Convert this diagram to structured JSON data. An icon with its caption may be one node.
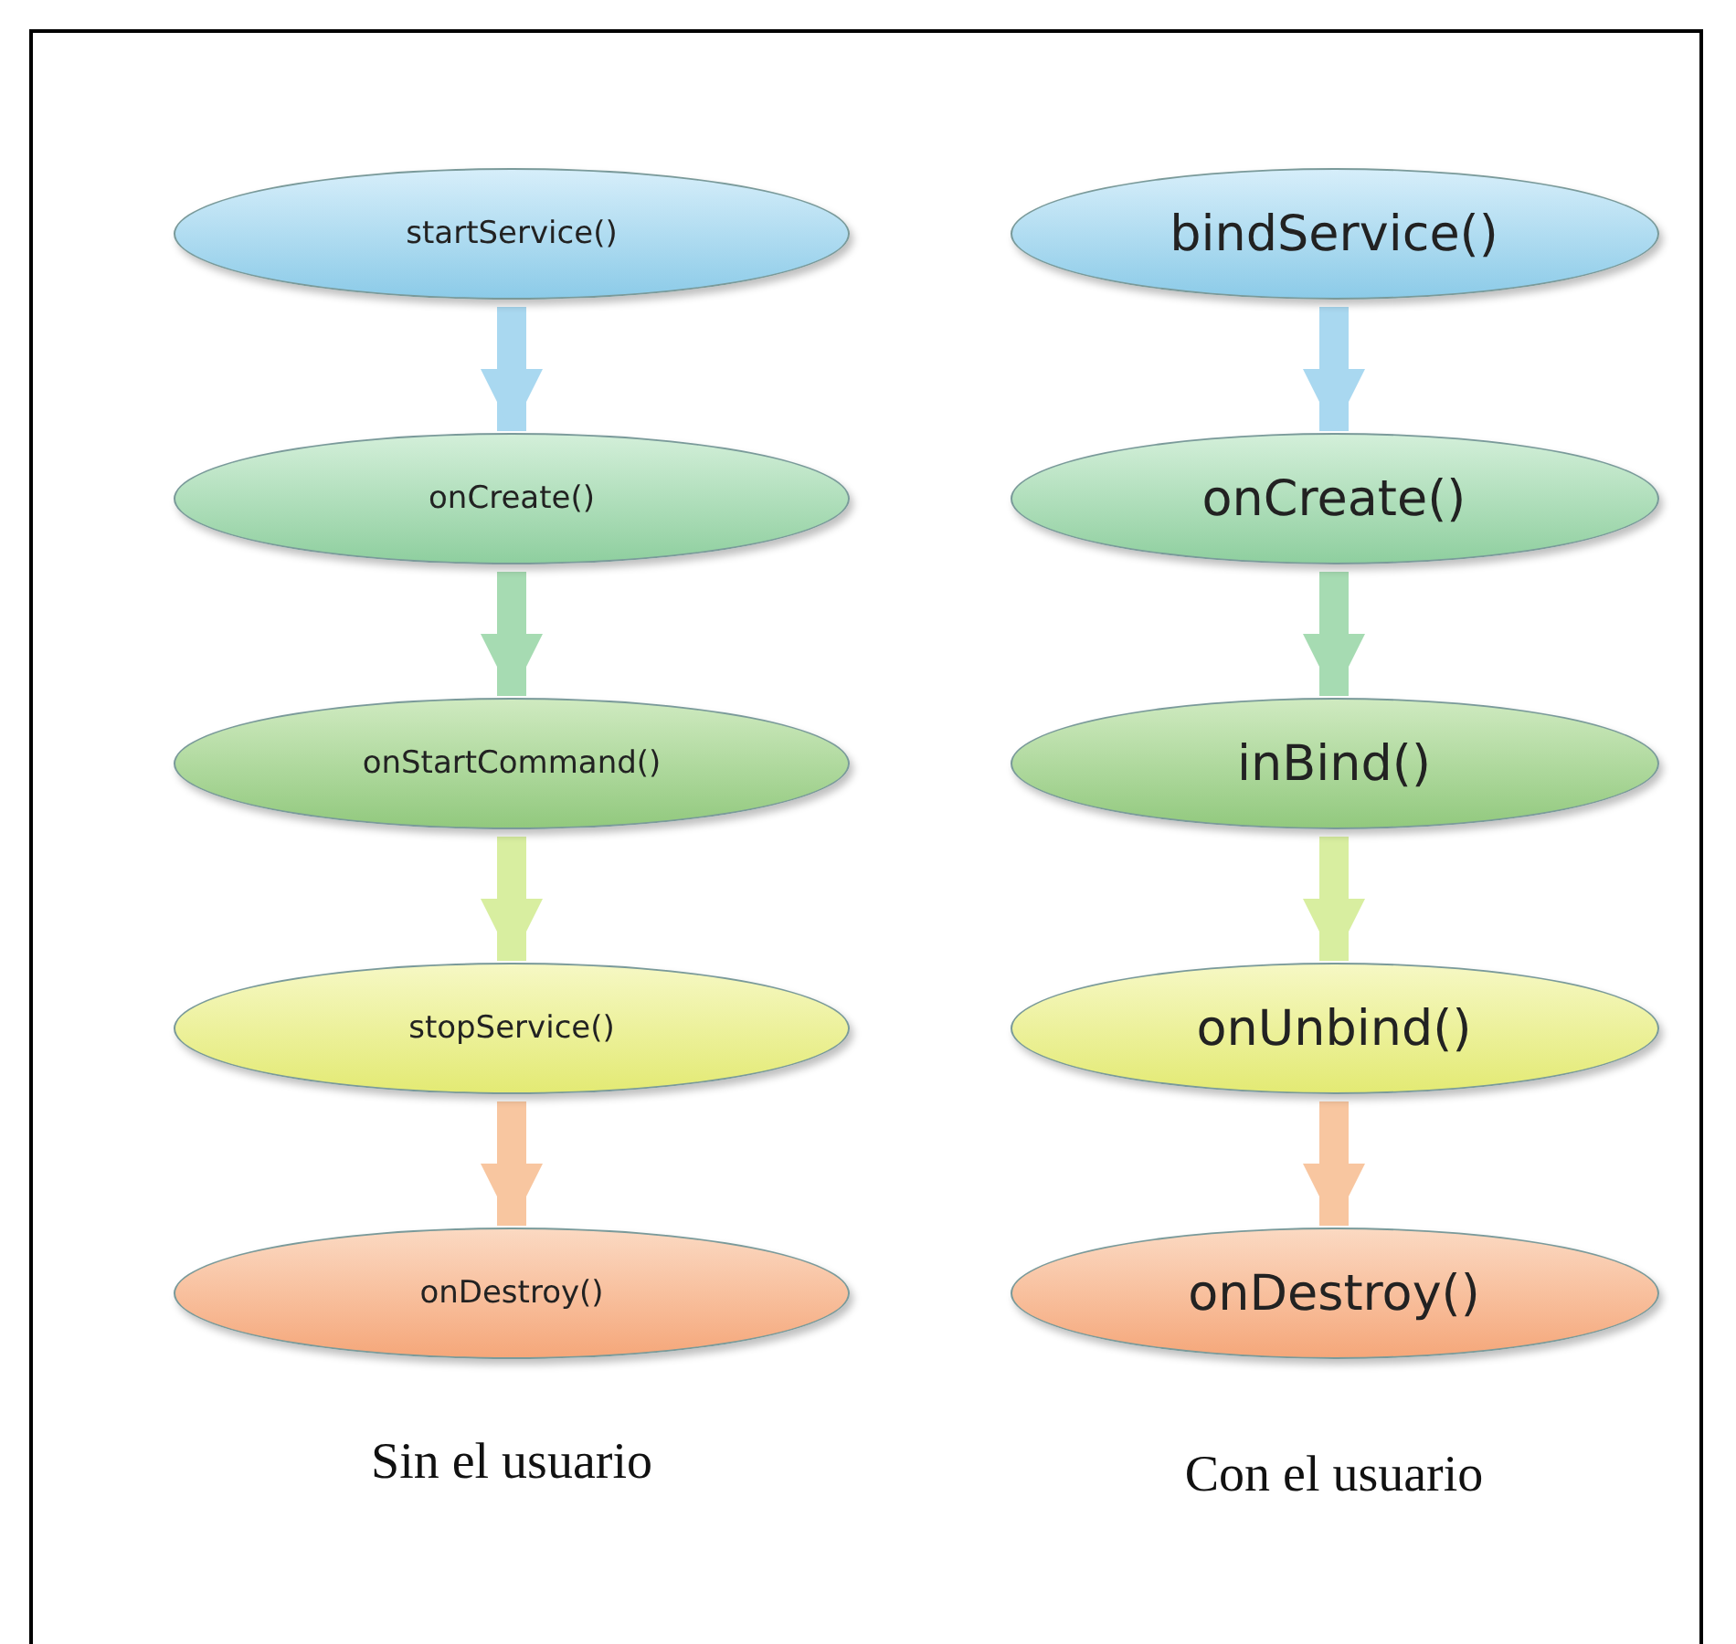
{
  "diagram": {
    "nodes": [
      {
        "text": [
          "startService()"
        ]
      },
      {
        "text": [
          "onCreate()"
        ]
      },
      {
        "text": [
          "onStartCommand()"
        ]
      },
      {
        "text": [
          "stopService()"
        ]
      },
      {
        "text": [
          "onDestroy()"
        ]
      },
      {
        "text": [
          "bindService()"
        ]
      },
      {
        "text": [
          "onCreate()"
        ]
      },
      {
        "text": [
          "inBind()"
        ]
      },
      {
        "text": [
          "onUnbind()"
        ]
      },
      {
        "text": [
          "onDestroy()"
        ]
      }
    ],
    "edges": [
      {
        "from": 0,
        "to": 1,
        "arrow": "to",
        "color": "#a9d8f0"
      },
      {
        "from": 1,
        "to": 2,
        "arrow": "to",
        "color": "#a6dbb2"
      },
      {
        "from": 2,
        "to": 3,
        "arrow": "to",
        "color": "#d8eea0"
      },
      {
        "from": 3,
        "to": 4,
        "arrow": "to",
        "color": "#f8c6a0"
      },
      {
        "from": 5,
        "to": 6,
        "arrow": "to",
        "color": "#a9d8f0"
      },
      {
        "from": 6,
        "to": 7,
        "arrow": "to",
        "color": "#a6dbb2"
      },
      {
        "from": 7,
        "to": 8,
        "arrow": "to",
        "color": "#d8eea0"
      },
      {
        "from": 8,
        "to": 9,
        "arrow": "to",
        "color": "#f8c6a0"
      }
    ],
    "labels": [
      "Sin el usuario",
      "Con el usuario"
    ]
  }
}
